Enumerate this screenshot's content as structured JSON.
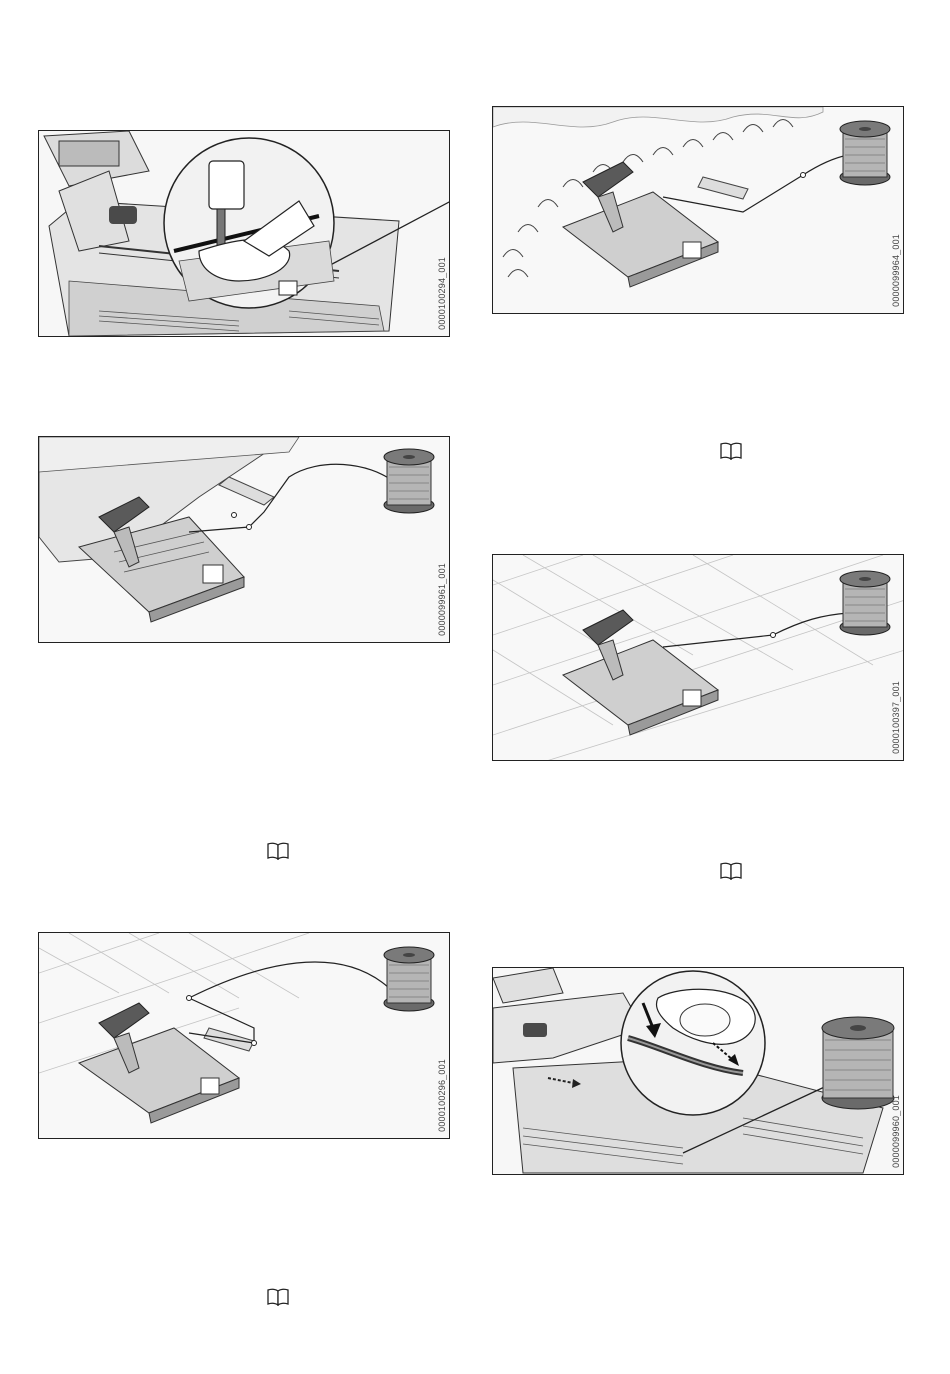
{
  "figures": {
    "fig1": {
      "code": "0000100294_001"
    },
    "fig2": {
      "code": "0000099961_001"
    },
    "fig3": {
      "code": "0000100296_001"
    },
    "fig4": {
      "code": "0000099964_001"
    },
    "fig5": {
      "code": "0000100397_001"
    },
    "fig6": {
      "code": "0000099960_001"
    }
  },
  "icons": {
    "reference": "book-icon"
  },
  "colors": {
    "line": "#222222",
    "base_fill": "#c8c8c8",
    "dark_fill": "#5a5a5a",
    "spool_fill": "#7a7a7a"
  }
}
